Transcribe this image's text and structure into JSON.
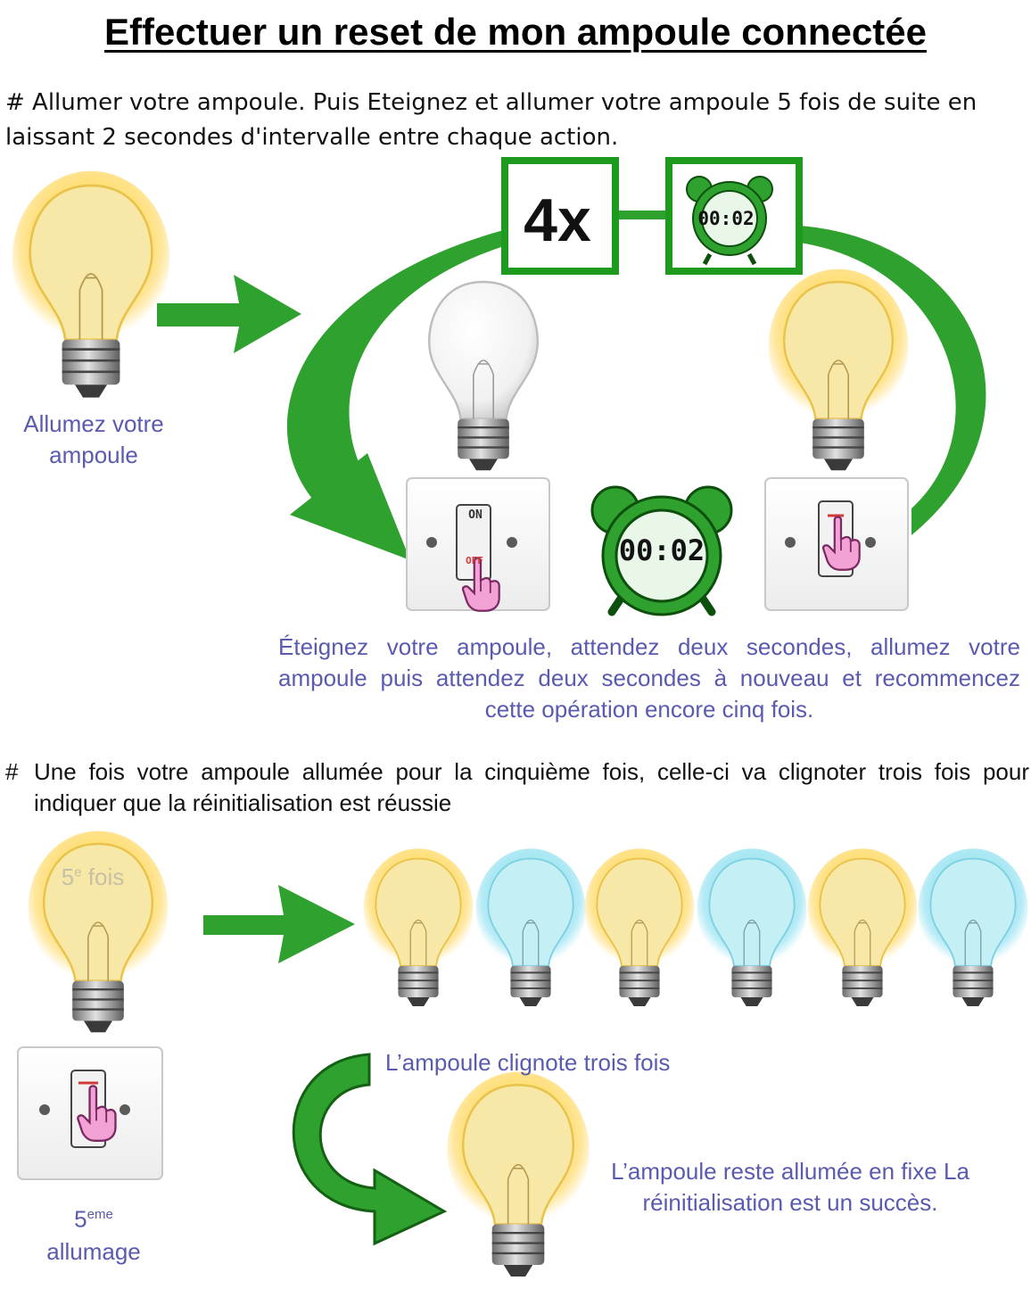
{
  "title": "Effectuer un reset de mon ampoule connectée",
  "intro": "# Allumer votre ampoule. Puis Eteignez et allumer votre ampoule 5 fois de suite en laissant 2 secondes d'intervalle entre chaque action.",
  "step1_caption": "Allumez votre ampoule",
  "repeat_badge": "4x",
  "clock_display": "00:02",
  "switch_on_label": "ON",
  "switch_off_label": "OFF",
  "cycle_caption": "Éteignez votre ampoule, attendez deux secondes, allumez votre ampoule puis attendez deux secondes à nouveau et recommencez cette opération encore cinq fois.",
  "section2": {
    "hash": "#",
    "text": "Une fois votre ampoule allumée pour la cinquième fois, celle-ci va clignoter trois fois pour indiquer que la réinitialisation est réussie"
  },
  "fifth_label": {
    "number": "5",
    "suffix": "e",
    "word": "fois"
  },
  "blink_caption": "L’ampoule clignote trois fois",
  "final_caption": "L’ampoule reste allumée en fixe La réinitialisation est un succès.",
  "fifth_switch_caption": {
    "number": "5",
    "suffix": "eme",
    "word": "allumage"
  },
  "colors": {
    "green": "#2ea12e",
    "caption_blue": "#5a5ab0",
    "bulb_on": "#f5e6a0",
    "bulb_glow": "#ffd24a",
    "bulb_blue": "#b9ecf2",
    "glow_blue": "#7fdcef"
  }
}
